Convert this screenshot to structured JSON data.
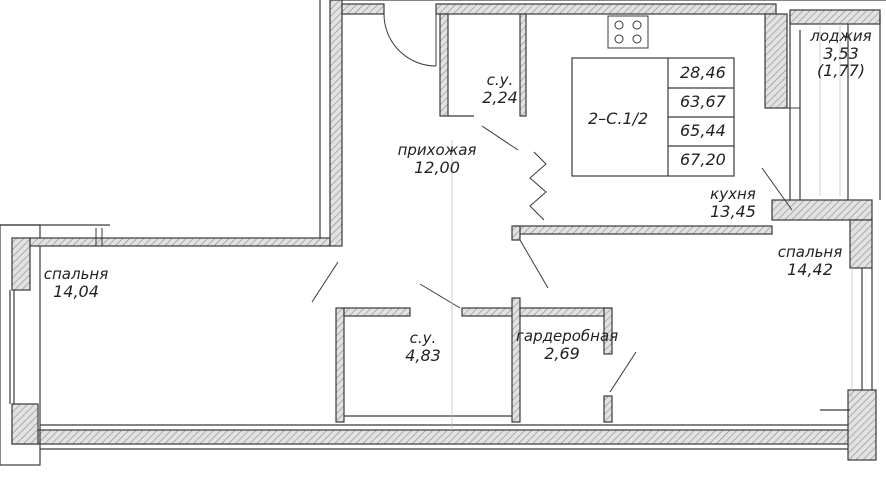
{
  "rooms": [
    {
      "key": "su_small",
      "name": "с.у.",
      "area": "2,24"
    },
    {
      "key": "hall",
      "name": "прихожая",
      "area": "12,00"
    },
    {
      "key": "kitchen",
      "name": "кухня",
      "area": "13,45"
    },
    {
      "key": "loggia",
      "name": "лоджия",
      "area": "3,53",
      "area_note": "(1,77)"
    },
    {
      "key": "bedroom_left",
      "name": "спальня",
      "area": "14,04"
    },
    {
      "key": "bedroom_right",
      "name": "спальня",
      "area": "14,42"
    },
    {
      "key": "su_large",
      "name": "с.у.",
      "area": "4,83"
    },
    {
      "key": "wardrobe",
      "name": "гардеробная",
      "area": "2,69"
    }
  ],
  "summary": {
    "apartment_code": "2–С.1/2",
    "areas": [
      "28,46",
      "63,67",
      "65,44",
      "67,20"
    ]
  },
  "colors": {
    "wall_line": "#3a3a3a",
    "hatch": "#8a8a8a",
    "hatch_fill": "#d9d9d9",
    "text": "#222222"
  }
}
